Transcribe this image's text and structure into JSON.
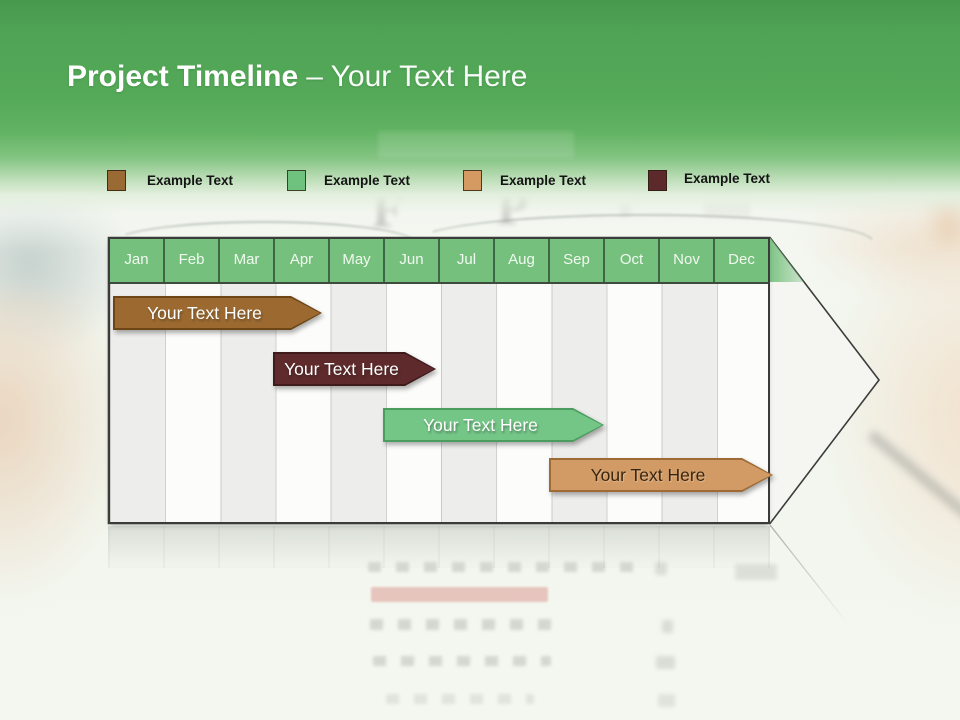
{
  "slide": {
    "title_bold": "Project Timeline",
    "title_rest": "– Your Text Here",
    "background_letters": {
      "f": "F",
      "p": "P"
    }
  },
  "legend": {
    "items": [
      {
        "label": "Example Text",
        "color": "#9A6A35",
        "border": "#5F3E17"
      },
      {
        "label": "Example Text",
        "color": "#6FC27D",
        "border": "#3E7F4B"
      },
      {
        "label": "Example Text",
        "color": "#D49A62",
        "border": "#8F6130"
      },
      {
        "label": "Example Text",
        "color": "#5D2A2B",
        "border": "#391818"
      }
    ]
  },
  "timeline": {
    "months": [
      "Jan",
      "Feb",
      "Mar",
      "Apr",
      "May",
      "Jun",
      "Jul",
      "Aug",
      "Sep",
      "Oct",
      "Nov",
      "Dec"
    ],
    "header_color": "#76C07D",
    "header_text_color": "#F0F9F0",
    "bars": [
      {
        "label": "Your Text Here",
        "fill": "#9C6A30",
        "border": "#6E4616",
        "text_color": "#FFFFFF"
      },
      {
        "label": "Your Text Here",
        "fill": "#5E2A2B",
        "border": "#3F1B1C",
        "text_color": "#FFFFFF"
      },
      {
        "label": "Your Text Here",
        "fill": "#74C687",
        "border": "#4C9C60",
        "text_color": "#FFFFFF"
      },
      {
        "label": "Your Text Here",
        "fill": "#D29B66",
        "border": "#9E6B36",
        "text_color": "#3A250C"
      }
    ]
  },
  "chart_data": {
    "type": "bar",
    "subtype": "gantt-timeline",
    "title": "Project Timeline – Your Text Here",
    "categories": [
      "Jan",
      "Feb",
      "Mar",
      "Apr",
      "May",
      "Jun",
      "Jul",
      "Aug",
      "Sep",
      "Oct",
      "Nov",
      "Dec"
    ],
    "bars": [
      {
        "label": "Your Text Here",
        "start_month": "Jan",
        "end_month": "Mar",
        "color": "#9C6A30"
      },
      {
        "label": "Your Text Here",
        "start_month": "Apr",
        "end_month": "Jun",
        "color": "#5E2A2B"
      },
      {
        "label": "Your Text Here",
        "start_month": "Jun",
        "end_month": "Sep",
        "color": "#74C687"
      },
      {
        "label": "Your Text Here",
        "start_month": "Sep",
        "end_month": "Dec",
        "color": "#D29B66"
      }
    ],
    "legend_entries": [
      "Example Text",
      "Example Text",
      "Example Text",
      "Example Text"
    ],
    "legend_position": "top",
    "grid": "monthly columns, alternating shading"
  }
}
